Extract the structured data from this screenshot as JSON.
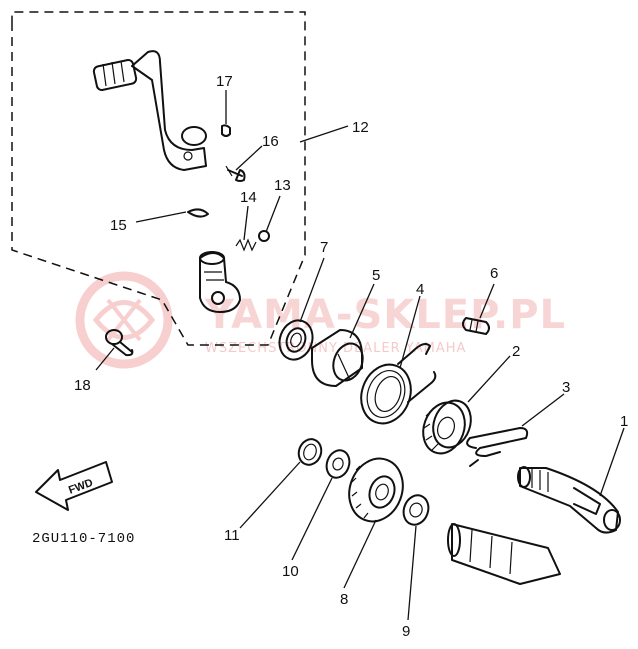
{
  "callouts": [
    {
      "number": "1"
    },
    {
      "number": "2"
    },
    {
      "number": "3"
    },
    {
      "number": "4"
    },
    {
      "number": "5"
    },
    {
      "number": "6"
    },
    {
      "number": "7"
    },
    {
      "number": "8"
    },
    {
      "number": "9"
    },
    {
      "number": "10"
    },
    {
      "number": "11"
    },
    {
      "number": "12"
    },
    {
      "number": "13"
    },
    {
      "number": "14"
    },
    {
      "number": "15"
    },
    {
      "number": "16"
    },
    {
      "number": "17"
    },
    {
      "number": "18"
    }
  ],
  "direction_arrow": {
    "label": "FWD"
  },
  "diagram_code": "2GU110-7100",
  "watermark": {
    "brand": "YAMA-SKLEP.PL",
    "tagline": "WSZECHSTRONNY DEALER YAMAHA"
  },
  "colors": {
    "ink": "#111111",
    "watermark": "#f2b3b3"
  }
}
